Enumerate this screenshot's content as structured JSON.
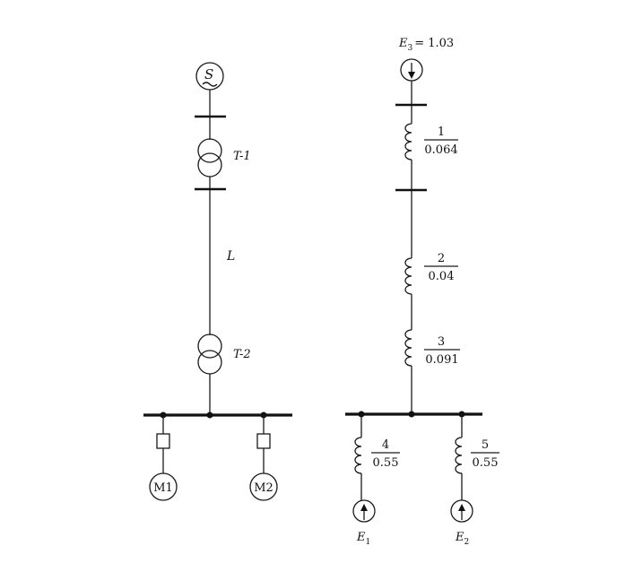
{
  "left_diagram": {
    "source_label": "S",
    "transformer_1": "T-1",
    "line_label": "L",
    "transformer_2": "T-2",
    "motor_1": "M1",
    "motor_2": "M2"
  },
  "right_diagram": {
    "e3_symbol": "E",
    "e3_sub": "3",
    "e3_value": "= 1.03",
    "branch_1": {
      "num": "1",
      "val": "0.064"
    },
    "branch_2": {
      "num": "2",
      "val": "0.04"
    },
    "branch_3": {
      "num": "3",
      "val": "0.091"
    },
    "branch_4": {
      "num": "4",
      "val": "0.55"
    },
    "branch_5": {
      "num": "5",
      "val": "0.55"
    },
    "e1_symbol": "E",
    "e1_sub": "1",
    "e2_symbol": "E",
    "e2_sub": "2"
  }
}
